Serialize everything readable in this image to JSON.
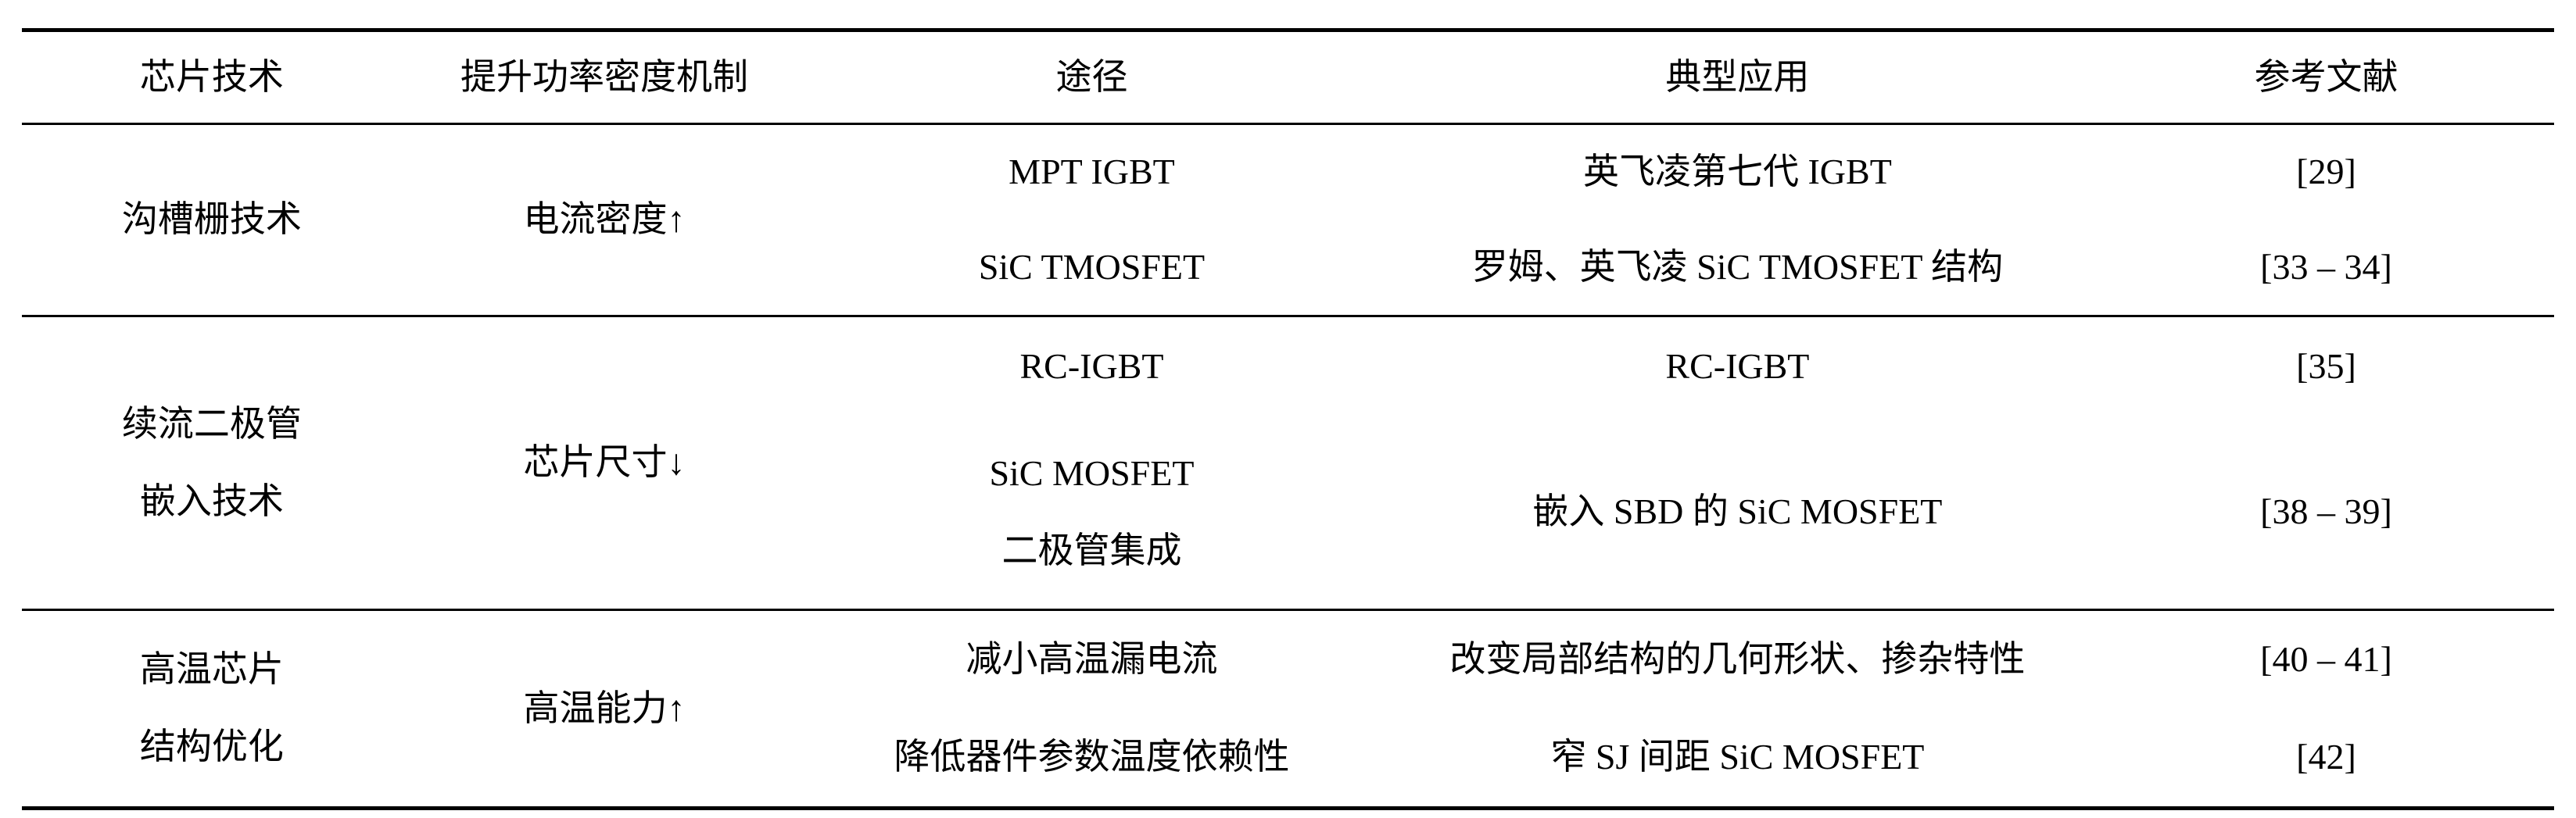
{
  "table": {
    "headers": {
      "tech": "芯片技术",
      "mechanism": "提升功率密度机制",
      "path": "途径",
      "application": "典型应用",
      "reference": "参考文献"
    },
    "groups": [
      {
        "tech": "沟槽栅技术",
        "mechanism": "电流密度↑",
        "rows": [
          {
            "path": "MPT IGBT",
            "application": "英飞凌第七代 IGBT",
            "reference": "[29]"
          },
          {
            "path": "SiC TMOSFET",
            "application": "罗姆、英飞凌 SiC TMOSFET 结构",
            "reference": "[33 – 34]"
          }
        ]
      },
      {
        "tech": "续流二极管\n嵌入技术",
        "mechanism": "芯片尺寸↓",
        "rows": [
          {
            "path": "RC-IGBT",
            "application": "RC-IGBT",
            "reference": "[35]"
          },
          {
            "path": "SiC MOSFET\n二极管集成",
            "application": "嵌入 SBD 的 SiC MOSFET",
            "reference": "[38 – 39]"
          }
        ]
      },
      {
        "tech": "高温芯片\n结构优化",
        "mechanism": "高温能力↑",
        "rows": [
          {
            "path": "减小高温漏电流",
            "application": "改变局部结构的几何形状、掺杂特性",
            "reference": "[40 – 41]"
          },
          {
            "path": "降低器件参数温度依赖性",
            "application": "窄 SJ 间距 SiC MOSFET",
            "reference": "[42]"
          }
        ]
      }
    ]
  }
}
